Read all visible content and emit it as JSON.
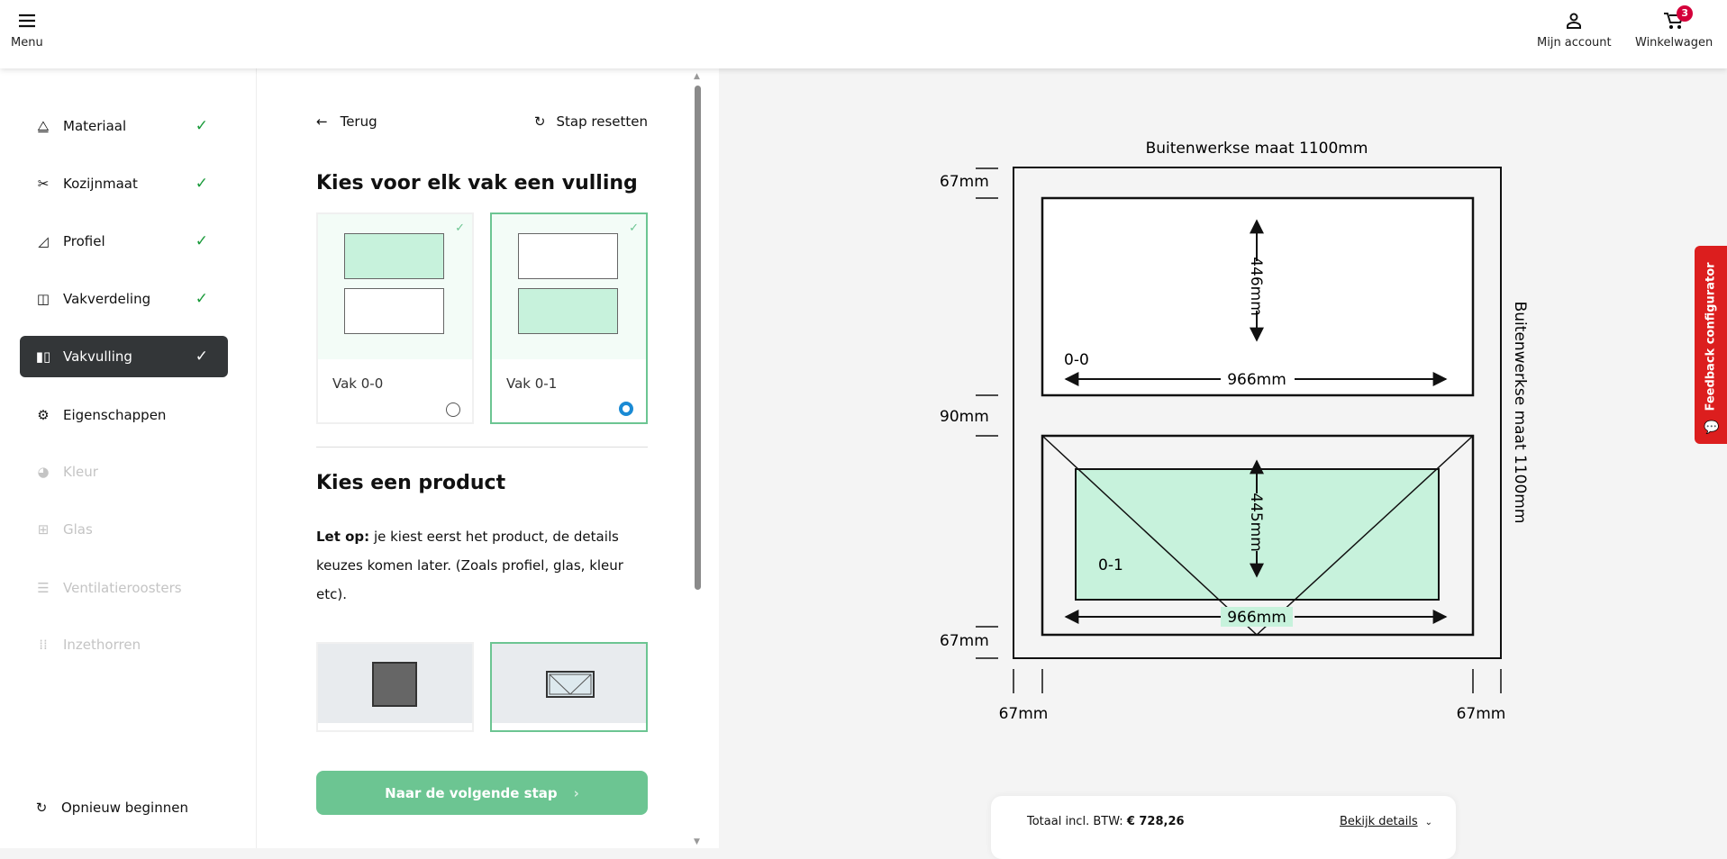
{
  "header": {
    "menu_label": "Menu",
    "account_label": "Mijn account",
    "cart_label": "Winkelwagen",
    "cart_count": "3"
  },
  "sidebar": {
    "items": [
      {
        "label": "Materiaal",
        "icon": "shapes-icon",
        "done": true
      },
      {
        "label": "Kozijnmaat",
        "icon": "ruler-pencil-icon",
        "done": true
      },
      {
        "label": "Profiel",
        "icon": "profile-gear-icon",
        "done": true
      },
      {
        "label": "Vakverdeling",
        "icon": "split-icon",
        "done": true
      },
      {
        "label": "Vakvulling",
        "icon": "fill-icon",
        "done": true
      },
      {
        "label": "Eigenschappen",
        "icon": "gear-icon",
        "done": false
      },
      {
        "label": "Kleur",
        "icon": "palette-icon",
        "done": false
      },
      {
        "label": "Glas",
        "icon": "glass-icon",
        "done": false
      },
      {
        "label": "Ventilatieroosters",
        "icon": "vent-icon",
        "done": false
      },
      {
        "label": "Inzethorren",
        "icon": "grid-dots-icon",
        "done": false
      }
    ],
    "restart_label": "Opnieuw beginnen",
    "check": "✓"
  },
  "panel": {
    "back_label": "Terug",
    "reset_label": "Stap resetten",
    "fill_heading": "Kies voor elk vak een vulling",
    "vakken": [
      {
        "label": "Vak 0-0",
        "selected": false
      },
      {
        "label": "Vak 0-1",
        "selected": true
      }
    ],
    "product_heading": "Kies een product",
    "note_bold": "Let op:",
    "note_text": " je kiest eerst het product, de details keuzes komen later. (Zoals profiel, glas, kleur etc).",
    "next_label": "Naar de volgende stap"
  },
  "drawing": {
    "title": "Buitenwerkse maat 1100mm",
    "side_title": "Buitenwerkse maat 1100mm",
    "left_labels": [
      "67mm",
      "90mm",
      "67mm"
    ],
    "bottom_labels": [
      "67mm",
      "67mm"
    ],
    "panels": [
      {
        "id": "0-0",
        "height": "446mm",
        "width": "966mm"
      },
      {
        "id": "0-1",
        "height": "445mm",
        "width": "966mm"
      }
    ],
    "fill_color": "#c7f2dc"
  },
  "footer": {
    "total_label": "Totaal incl. BTW:",
    "total_value": "€ 728,26",
    "details_label": "Bekijk details"
  },
  "feedback": {
    "label": "Feedback configurator"
  }
}
